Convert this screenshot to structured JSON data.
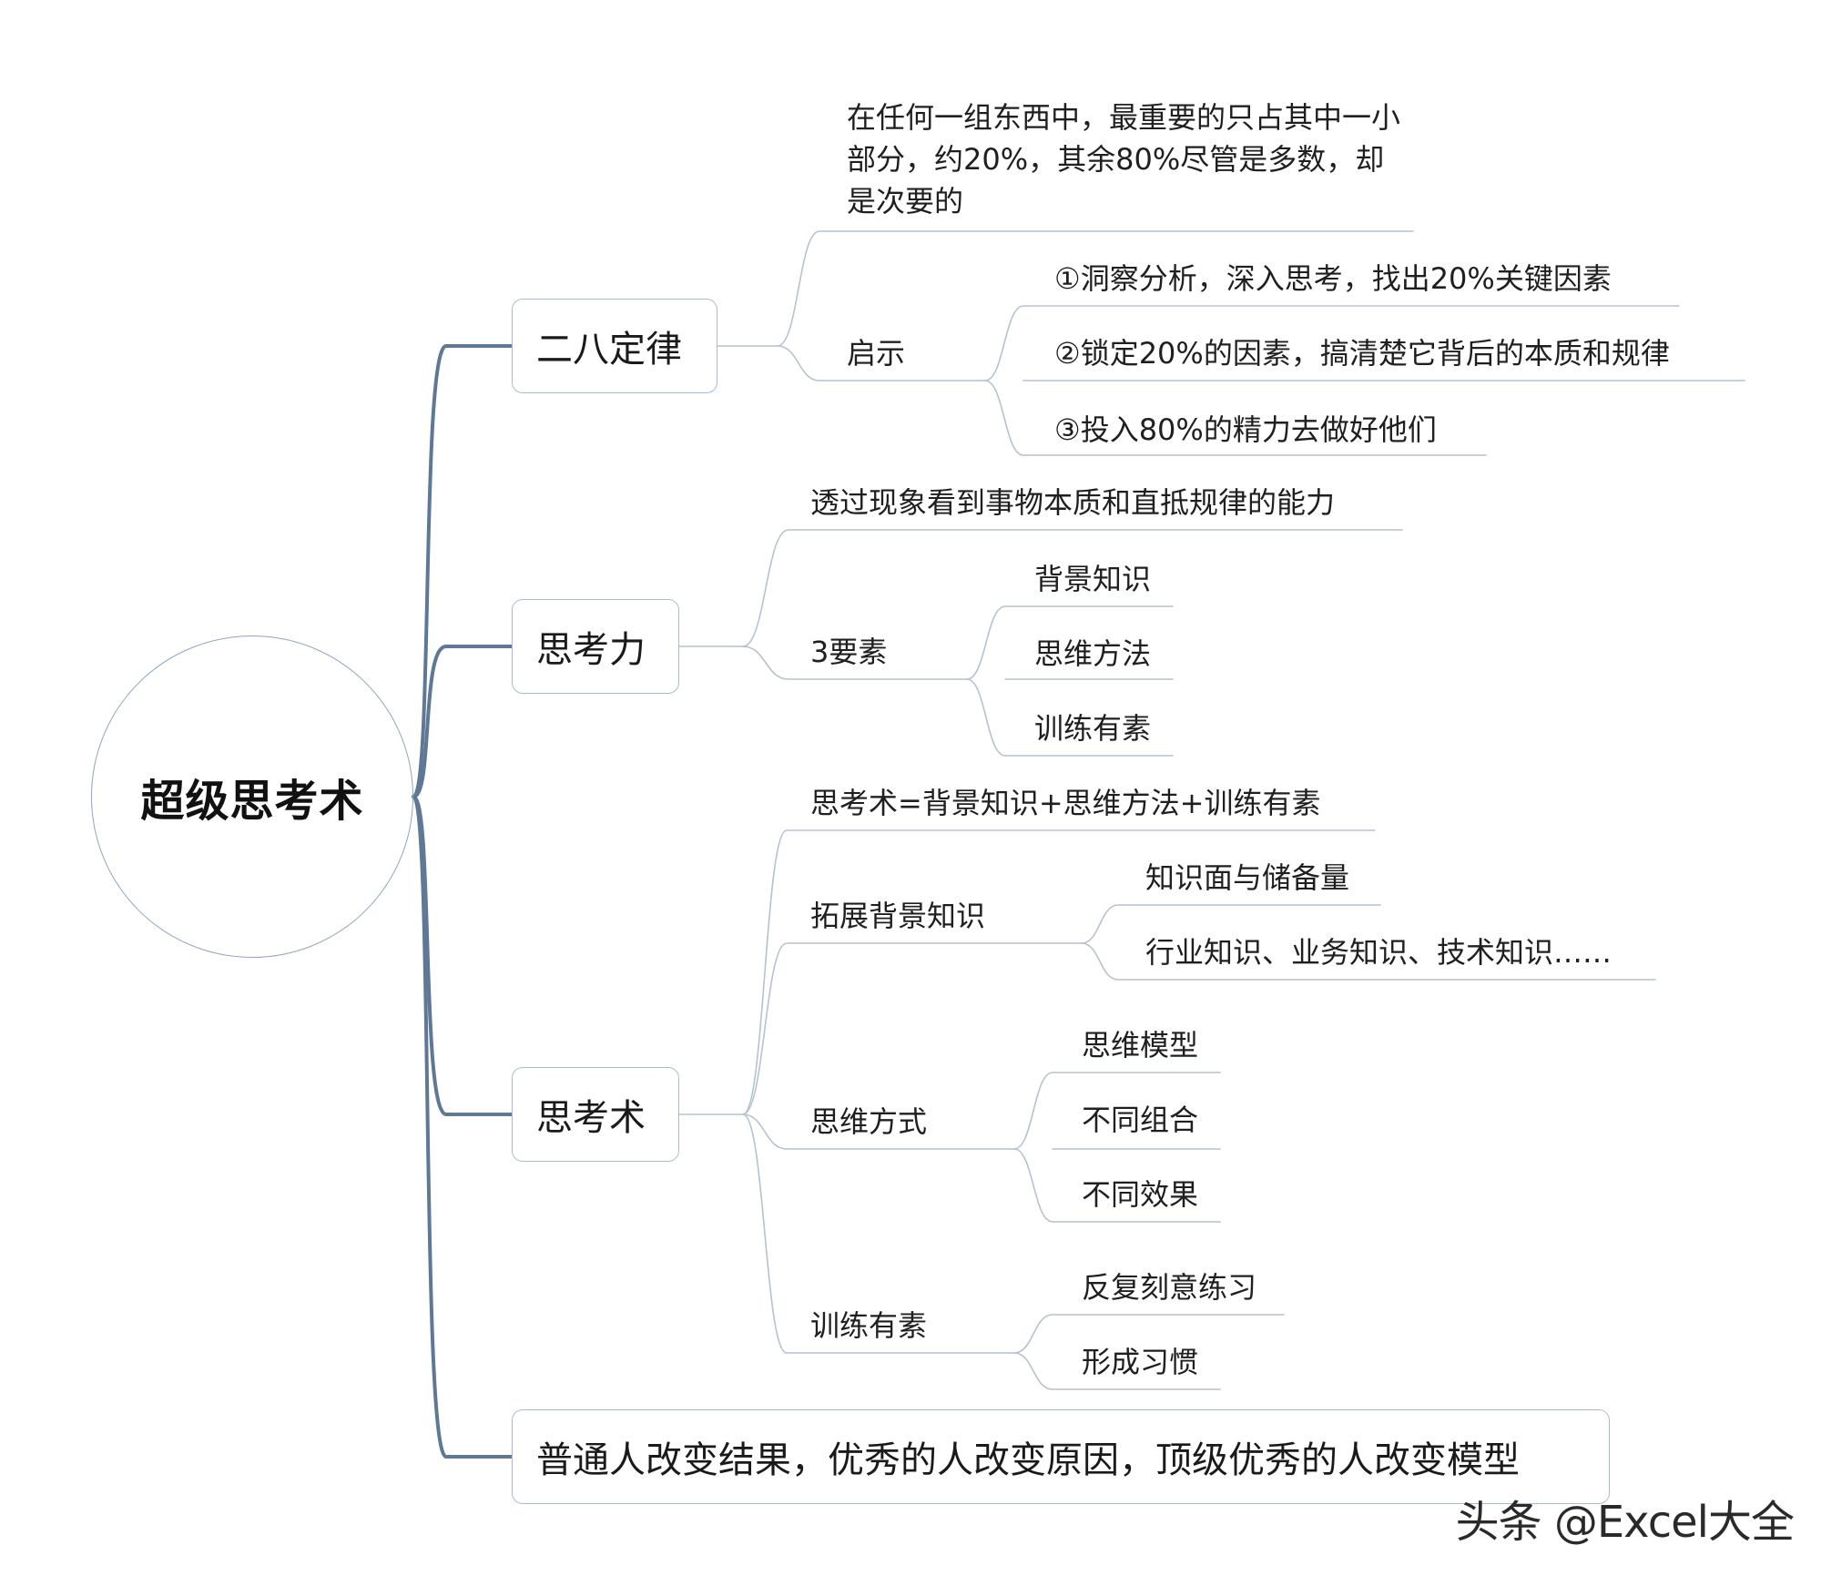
{
  "root": {
    "label": "超级思考术"
  },
  "branches": [
    {
      "label": "二八定律",
      "definition": "在任何一组东西中，最重要的只占其中一小部分，约20%，其余80%尽管是多数，却是次要的",
      "sub_label": "启示",
      "sub_items": [
        "①洞察分析，深入思考，找出20%关键因素",
        "②锁定20%的因素，搞清楚它背后的本质和规律",
        "③投入80%的精力去做好他们"
      ]
    },
    {
      "label": "思考力",
      "definition": "透过现象看到事物本质和直抵规律的能力",
      "sub_label": "3要素",
      "sub_items": [
        "背景知识",
        "思维方法",
        "训练有素"
      ]
    },
    {
      "label": "思考术",
      "formula": "思考术=背景知识+思维方法+训练有素",
      "groups": [
        {
          "label": "拓展背景知识",
          "items": [
            "知识面与储备量",
            "行业知识、业务知识、技术知识……"
          ]
        },
        {
          "label": "思维方式",
          "items": [
            "思维模型",
            "不同组合",
            "不同效果"
          ]
        },
        {
          "label": "训练有素",
          "items": [
            "反复刻意练习",
            "形成习惯"
          ]
        }
      ]
    },
    {
      "label": "普通人改变结果，优秀的人改变原因，顶级优秀的人改变模型"
    }
  ],
  "watermark": "头条 @Excel大全",
  "colors": {
    "trunk": "#5f7895",
    "connector": "#b4c2d1",
    "border": "#a9bccf"
  }
}
